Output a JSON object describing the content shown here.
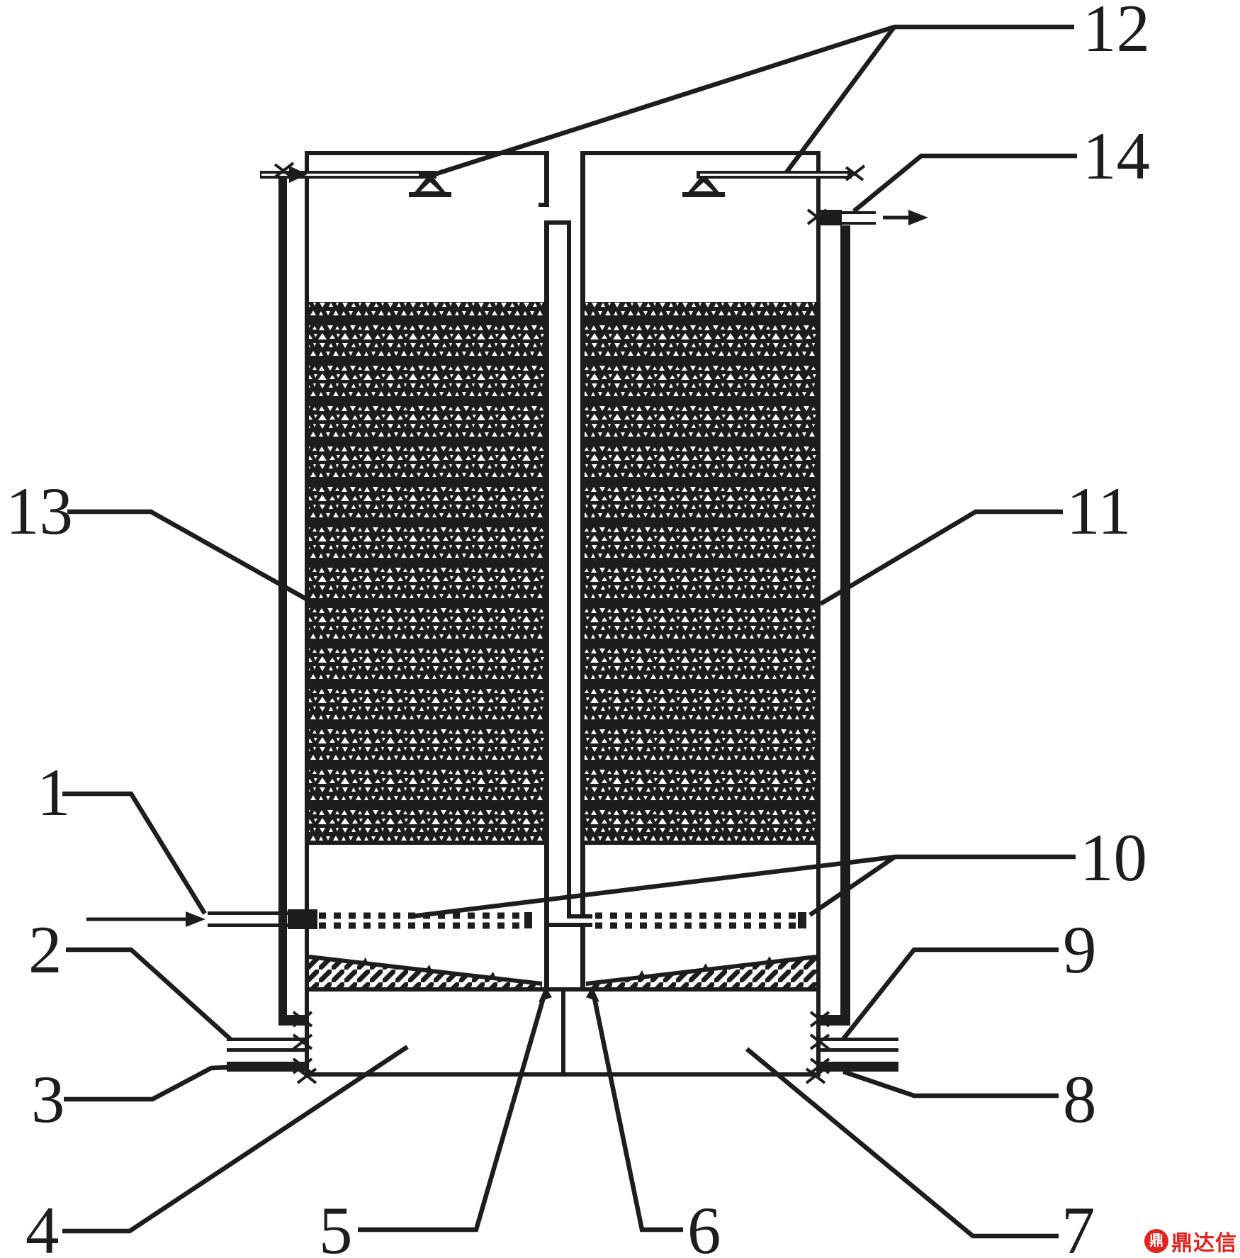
{
  "figure": {
    "kind": "patent-style filter vessel diagram",
    "background_color": "#ffffff",
    "ink_color": "#1d1d1b"
  },
  "labels": {
    "n1": "1",
    "n2": "2",
    "n3": "3",
    "n4": "4",
    "n5": "5",
    "n6": "6",
    "n7": "7",
    "n8": "8",
    "n9": "9",
    "n10": "10",
    "n11": "11",
    "n12": "12",
    "n13": "13",
    "n14": "14"
  },
  "watermark": {
    "text": "鼎达信",
    "logo_glyph": "鼎",
    "color": "#e0241e"
  }
}
